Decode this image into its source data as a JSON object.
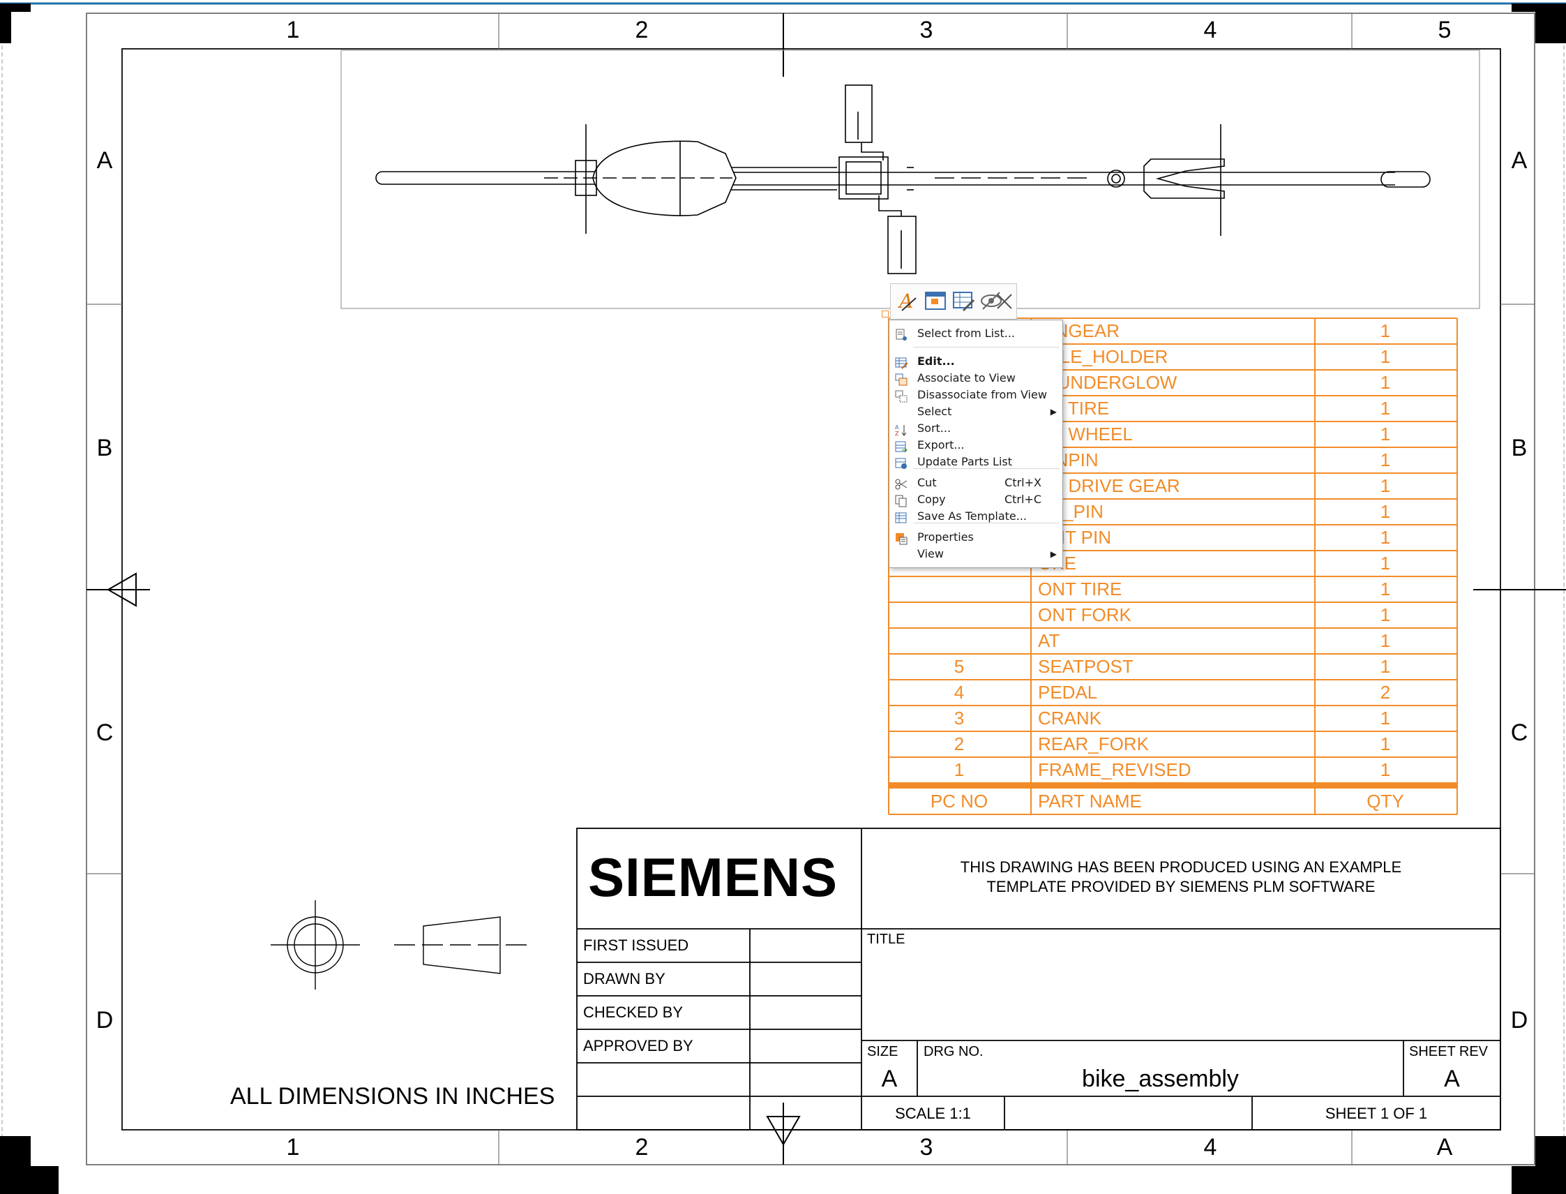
{
  "sheet": {
    "columns": [
      "1",
      "2",
      "3",
      "4",
      "5"
    ],
    "columns_bottom": [
      "1",
      "2",
      "3",
      "4",
      "A"
    ],
    "rows": [
      "A",
      "B",
      "C",
      "D"
    ]
  },
  "parts_list": {
    "rows": [
      {
        "pc_no": "",
        "name": "AINGEAR",
        "qty": "1"
      },
      {
        "pc_no": "",
        "name": "TTLE_HOLDER",
        "qty": "1"
      },
      {
        "pc_no": "",
        "name": "G UNDERGLOW",
        "qty": "1"
      },
      {
        "pc_no": "",
        "name": "AR TIRE",
        "qty": "1"
      },
      {
        "pc_no": "",
        "name": "AR WHEEL",
        "qty": "1"
      },
      {
        "pc_no": "",
        "name": "AINPIN",
        "qty": "1"
      },
      {
        "pc_no": "",
        "name": "AR DRIVE GEAR",
        "qty": "1"
      },
      {
        "pc_no": "",
        "name": "AR_PIN",
        "qty": "1"
      },
      {
        "pc_no": "",
        "name": "ONT PIN",
        "qty": "1"
      },
      {
        "pc_no": "",
        "name": "OKE",
        "qty": "1"
      },
      {
        "pc_no": "",
        "name": "ONT TIRE",
        "qty": "1"
      },
      {
        "pc_no": "",
        "name": "ONT FORK",
        "qty": "1"
      },
      {
        "pc_no": "",
        "name": "AT",
        "qty": "1"
      },
      {
        "pc_no": "5",
        "name": "SEATPOST",
        "qty": "1"
      },
      {
        "pc_no": "4",
        "name": "PEDAL",
        "qty": "2"
      },
      {
        "pc_no": "3",
        "name": "CRANK",
        "qty": "1"
      },
      {
        "pc_no": "2",
        "name": "REAR_FORK",
        "qty": "1"
      },
      {
        "pc_no": "1",
        "name": "FRAME_REVISED",
        "qty": "1"
      }
    ],
    "header": {
      "pc_no": "PC NO",
      "name": "PART NAME",
      "qty": "QTY"
    },
    "color": "#f28c28"
  },
  "title_block": {
    "logo": "SIEMENS",
    "notice_line1": "THIS DRAWING HAS BEEN PRODUCED USING AN EXAMPLE",
    "notice_line2": "TEMPLATE PROVIDED BY SIEMENS PLM SOFTWARE",
    "first_issued": "FIRST ISSUED",
    "drawn_by": "DRAWN BY",
    "checked_by": "CHECKED BY",
    "approved_by": "APPROVED BY",
    "title_label": "TITLE",
    "size_label": "SIZE",
    "size_value": "A",
    "drg_no_label": "DRG NO.",
    "drg_no_value": "bike_assembly",
    "sheet_rev_label": "SHEET REV",
    "sheet_rev_value": "A",
    "scale": "SCALE 1:1",
    "sheet": "SHEET 1 OF 1",
    "dimensions_note": "ALL DIMENSIONS IN INCHES"
  },
  "context_menu": {
    "items": [
      {
        "label": "Select from List...",
        "shortcut": "",
        "icon": "list-select-icon",
        "bold": false,
        "submenu": false
      },
      {
        "label": "Edit...",
        "shortcut": "",
        "icon": "edit-table-icon",
        "bold": true,
        "submenu": false
      },
      {
        "label": "Associate to View",
        "shortcut": "",
        "icon": "associate-icon",
        "bold": false,
        "submenu": false
      },
      {
        "label": "Disassociate from View",
        "shortcut": "",
        "icon": "disassociate-icon",
        "bold": false,
        "submenu": false
      },
      {
        "label": "Select",
        "shortcut": "",
        "icon": "",
        "bold": false,
        "submenu": true
      },
      {
        "label": "Sort...",
        "shortcut": "",
        "icon": "sort-icon",
        "bold": false,
        "submenu": false
      },
      {
        "label": "Export...",
        "shortcut": "",
        "icon": "export-icon",
        "bold": false,
        "submenu": false
      },
      {
        "label": "Update Parts List",
        "shortcut": "",
        "icon": "update-icon",
        "bold": false,
        "submenu": false
      },
      {
        "label": "Cut",
        "shortcut": "Ctrl+X",
        "icon": "scissors-icon",
        "bold": false,
        "submenu": false
      },
      {
        "label": "Copy",
        "shortcut": "Ctrl+C",
        "icon": "copy-icon",
        "bold": false,
        "submenu": false
      },
      {
        "label": "Save As Template...",
        "shortcut": "",
        "icon": "save-template-icon",
        "bold": false,
        "submenu": false
      },
      {
        "label": "Properties",
        "shortcut": "",
        "icon": "properties-icon",
        "bold": false,
        "submenu": false
      },
      {
        "label": "View",
        "shortcut": "",
        "icon": "",
        "bold": false,
        "submenu": true
      }
    ]
  },
  "mini_toolbar": {
    "buttons": [
      "text-style-icon",
      "table-icon",
      "edit-table-icon",
      "hide-icon",
      "close-icon"
    ]
  }
}
